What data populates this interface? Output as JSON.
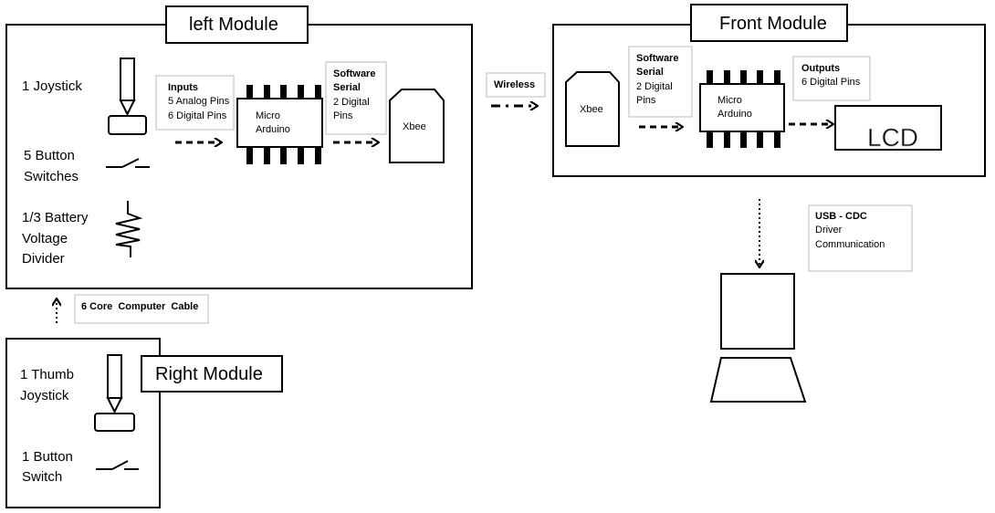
{
  "left_module": {
    "title": "left Module",
    "joystick_label": "1 Joystick",
    "button_label": [
      "5 Button",
      "Switches"
    ],
    "battery_label": [
      "1/3 Battery",
      "Voltage",
      "Divider"
    ],
    "inputs_note": {
      "heading": "Inputs",
      "lines": [
        "5 Analog Pins",
        "6 Digital Pins"
      ]
    },
    "chip_label": [
      "Micro",
      "Arduino"
    ],
    "serial_note": {
      "heading": [
        "Software",
        "Serial"
      ],
      "lines": [
        "2 Digital",
        "Pins"
      ]
    },
    "xbee_label": "Xbee"
  },
  "wireless_label": "Wireless",
  "front_module": {
    "title": "Front Module",
    "xbee_label": "Xbee",
    "serial_note": {
      "heading": [
        "Software",
        "Serial"
      ],
      "lines": [
        "2 Digital",
        "Pins"
      ]
    },
    "chip_label": [
      "Micro",
      "Arduino"
    ],
    "outputs_note": {
      "heading": "Outputs",
      "lines": [
        "6 Digital Pins"
      ]
    },
    "lcd_label": "LCD"
  },
  "usb_note": {
    "heading": "USB - CDC",
    "lines": [
      "Driver",
      "Communication"
    ]
  },
  "cable_label": "6 Core  Computer  Cable",
  "right_module": {
    "title": "Right Module",
    "joystick_label": [
      "1 Thumb",
      "Joystick"
    ],
    "button_label": [
      "1 Button",
      "Switch"
    ]
  }
}
